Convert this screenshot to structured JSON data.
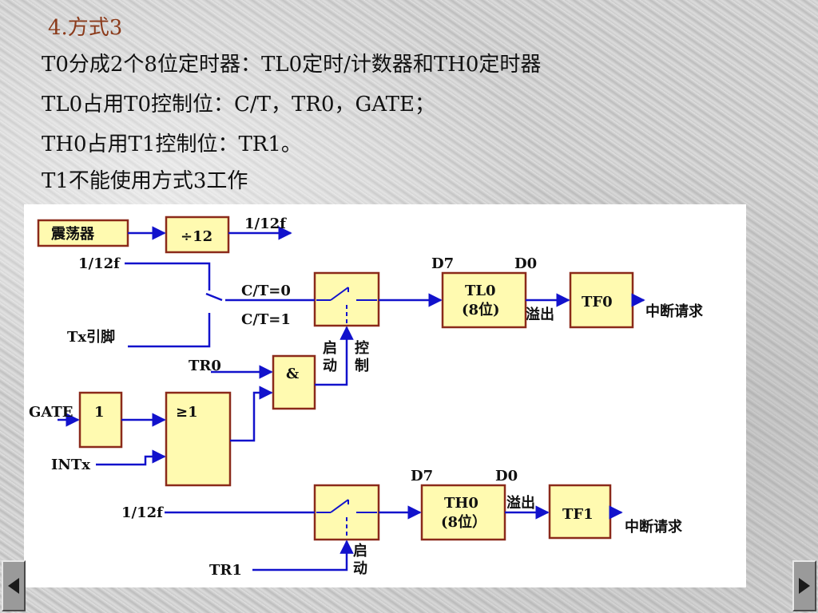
{
  "slide": {
    "heading": "4.方式3",
    "lines": [
      "T0分成2个8位定时器：TL0定时/计数器和TH0定时器",
      "TL0占用T0控制位：C/T，TR0，GATE；",
      "TH0占用T1控制位：TR1。",
      "T1不能使用方式3工作"
    ]
  },
  "diagram": {
    "oscillator": "震荡器",
    "divider": "÷12",
    "freq_out": "1/12f",
    "freq_in_top": "1/12f",
    "freq_in_bottom": "1/12f",
    "ct0": "C/T=0",
    "ct1": "C/T=1",
    "tx_pin": "Tx引脚",
    "tr0": "TR0",
    "and_gate": "&",
    "gate": "GATE",
    "not_gate": "1",
    "or_gate": "≥1",
    "intx": "INTx",
    "start_char": "启",
    "move_char": "动",
    "ctrl_char": "控",
    "make_char": "制",
    "d7_top": "D7",
    "d0_top": "D0",
    "tl0_name": "TL0",
    "tl0_bits": "(8位)",
    "overflow_top": "溢出",
    "tf0": "TF0",
    "irq_top": "中断请求",
    "d7_bottom": "D7",
    "d0_bottom": "D0",
    "th0_name": "TH0",
    "th0_bits": "(8位）",
    "overflow_bottom": "溢出",
    "tf1": "TF1",
    "irq_bottom": "中断请求",
    "tr1": "TR1",
    "start_char2": "启",
    "move_char2": "动"
  },
  "colors": {
    "box_fill": "#fffab0",
    "box_border": "#8b2a1a",
    "wire": "#1212cc",
    "text": "#111111",
    "heading": "#8b3a1a"
  },
  "icons": {
    "prev": "triangle-left-icon",
    "next": "triangle-right-icon"
  }
}
